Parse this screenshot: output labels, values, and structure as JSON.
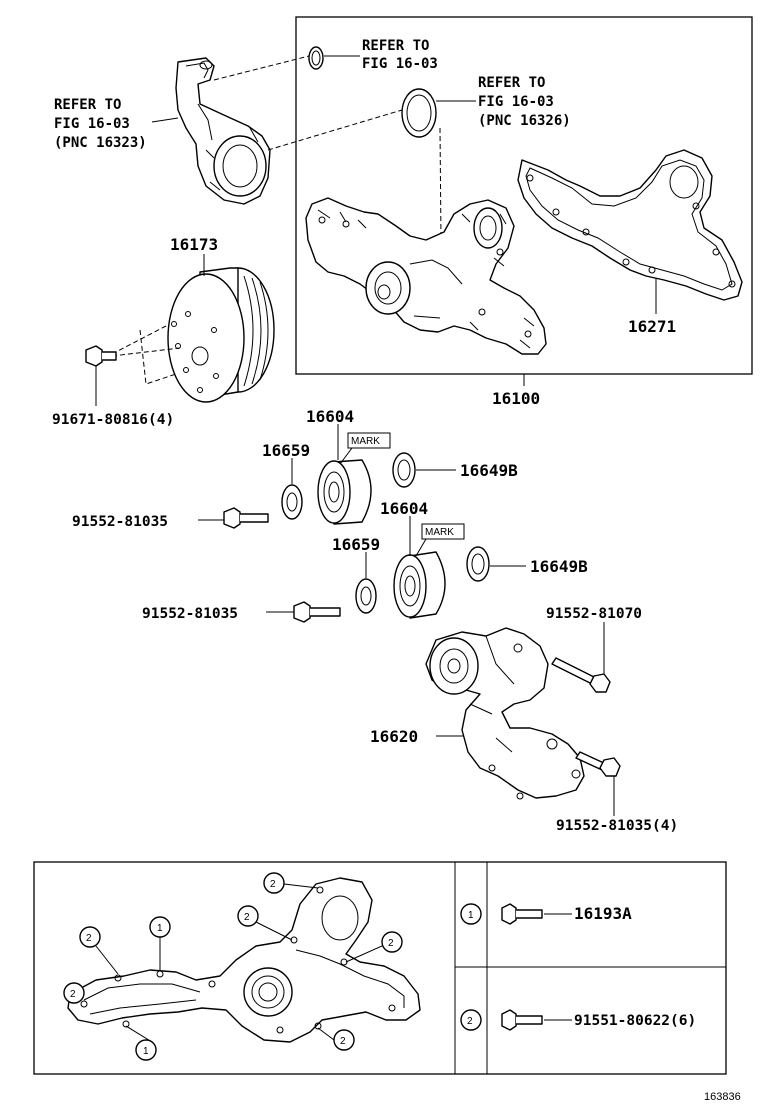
{
  "refs": {
    "ref1": {
      "l1": "REFER TO",
      "l2": "FIG 16-03"
    },
    "ref2": {
      "l1": "REFER TO",
      "l2": "FIG 16-03",
      "l3": "(PNC 16326)"
    },
    "ref3": {
      "l1": "REFER TO",
      "l2": "FIG 16-03",
      "l3": "(PNC 16323)"
    }
  },
  "parts": {
    "p16173": "16173",
    "p16100": "16100",
    "p16271": "16271",
    "p91671": "91671-80816(4)",
    "p16604a": "16604",
    "p16604b": "16604",
    "p16659a": "16659",
    "p16659b": "16659",
    "p16649a": "16649B",
    "p16649b": "16649B",
    "p91552a": "91552-81035",
    "p91552b": "91552-81035",
    "p91552c": "91552-81070",
    "p91552d": "91552-81035(4)",
    "p16620": "16620"
  },
  "marks": {
    "m1": "MARK",
    "m2": "MARK"
  },
  "legend": {
    "row1": {
      "num": "1",
      "part": "16193A"
    },
    "row2": {
      "num": "2",
      "part": "91551-80622(6)"
    }
  },
  "callouts": [
    "2",
    "1",
    "2",
    "2",
    "2",
    "2",
    "1",
    "2"
  ],
  "figure_id": "163836"
}
